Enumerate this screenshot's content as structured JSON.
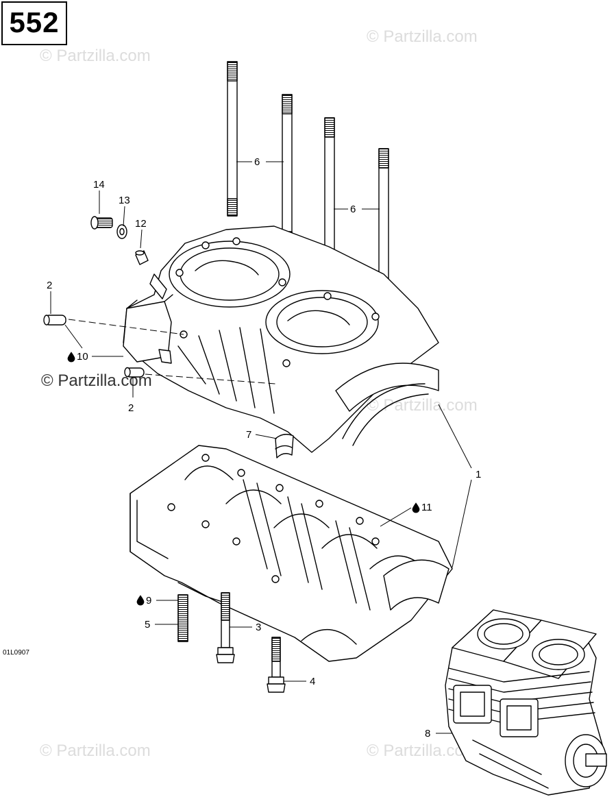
{
  "page_number": "552",
  "diagram_code": "01L0907",
  "watermark": "© Partzilla.com",
  "callouts": {
    "c1": "1",
    "c2a": "2",
    "c2b": "2",
    "c3": "3",
    "c4": "4",
    "c5": "5",
    "c6a": "6",
    "c6b": "6",
    "c7": "7",
    "c8": "8",
    "c9": "9",
    "c10": "10",
    "c11": "11",
    "c12": "12",
    "c13": "13",
    "c14": "14"
  },
  "icons": {
    "drop": "oil-drop-icon"
  }
}
